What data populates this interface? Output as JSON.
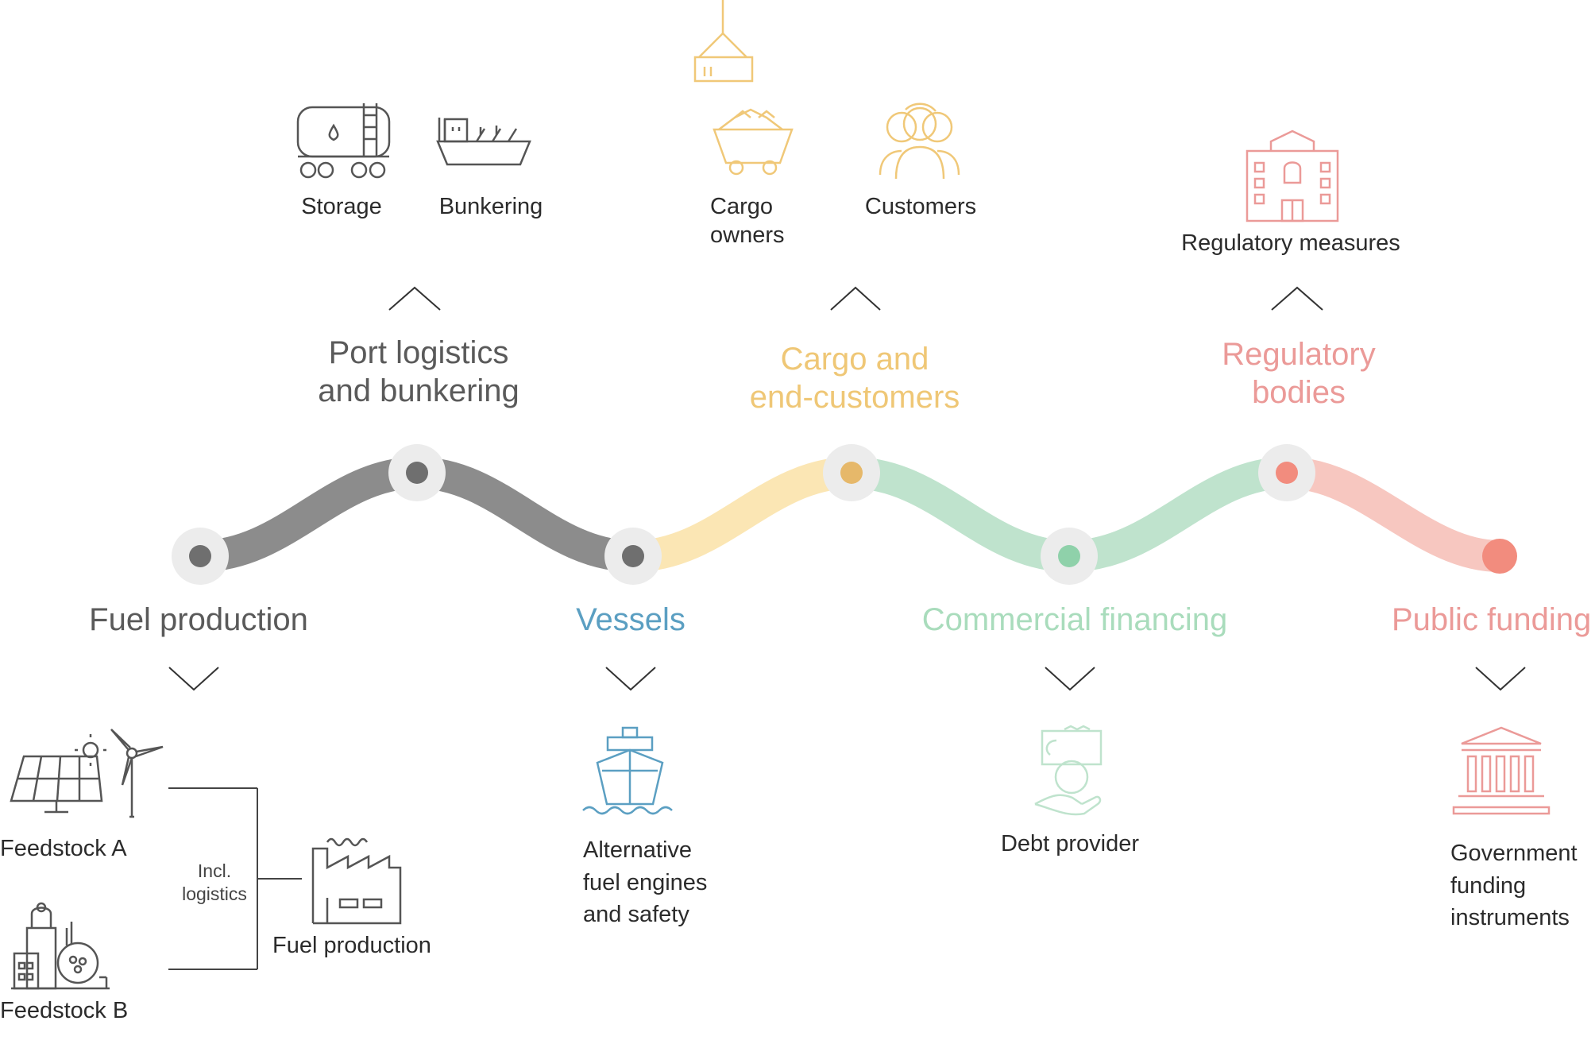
{
  "colors": {
    "gray": "#8c8c8c",
    "gray_dot": "#6f6f6f",
    "yellow": "#f5d98c",
    "yellow_line": "#fbe6b4",
    "yellow_dot": "#e6b86a",
    "green_line": "#bfe3cd",
    "green_dot": "#8fd1aa",
    "pink_line": "#f7c7c0",
    "pink_dot": "#f28c7e",
    "blue": "#5b9fc2",
    "green_text": "#a9dcbc",
    "pink_text": "#eb9a98",
    "yellow_text": "#efc776",
    "dark_text": "#5a5a5a",
    "icon_gray": "#555555",
    "node_ring": "#ececec"
  },
  "stages": {
    "port_logistics": "Port logistics\nand bunkering",
    "cargo": "Cargo and\nend-customers",
    "regulatory": "Regulatory\nbodies",
    "fuel_production": "Fuel production",
    "vessels": "Vessels",
    "commercial_financing": "Commercial financing",
    "public_funding": "Public funding"
  },
  "items": {
    "storage": "Storage",
    "bunkering": "Bunkering",
    "cargo_owners": "Cargo\nowners",
    "customers": "Customers",
    "regulatory_measures": "Regulatory measures",
    "feedstock_a": "Feedstock A",
    "feedstock_b": "Feedstock B",
    "incl_logistics": "Incl.\nlogistics",
    "fuel_production_item": "Fuel production",
    "alt_fuel": "Alternative\nfuel engines\nand safety",
    "debt_provider": "Debt provider",
    "gov_funding": "Government\nfunding\ninstruments"
  }
}
